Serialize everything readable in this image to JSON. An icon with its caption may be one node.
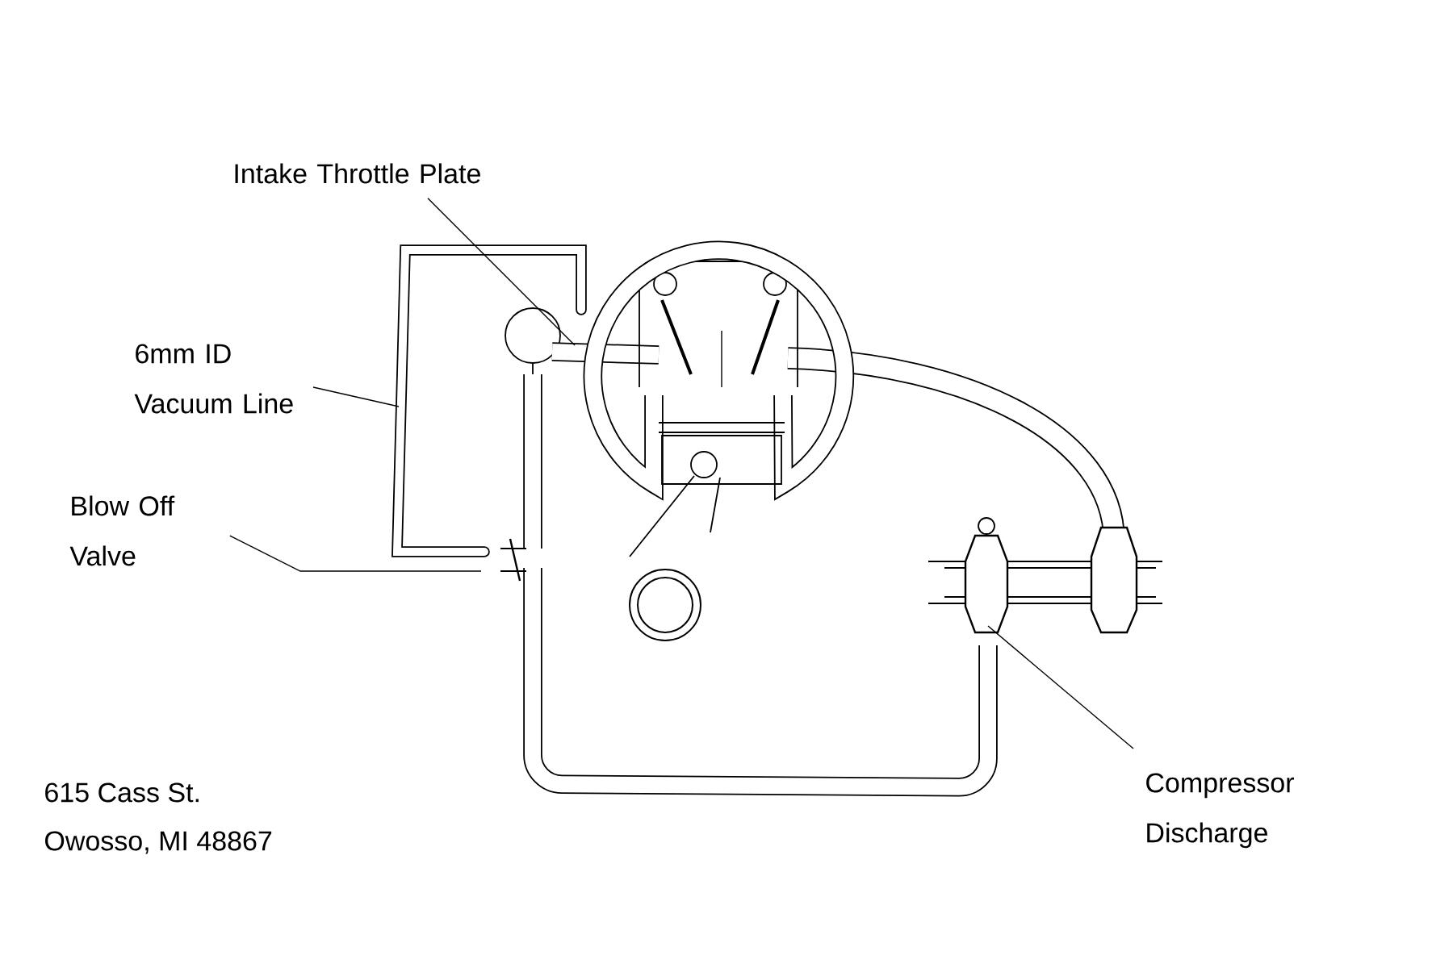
{
  "diagram": {
    "nodes": [
      {
        "text": [
          "Intake Throttle Plate"
        ]
      },
      {
        "text": [
          "6mm ID Vacuum Line"
        ]
      },
      {
        "text": [
          "Blow Off Valve"
        ]
      },
      {
        "text": [
          "Compressor Discharge"
        ]
      }
    ],
    "edges": [
      {
        "from": 0,
        "to": null,
        "arrow": "none"
      },
      {
        "from": 1,
        "to": null,
        "arrow": "none"
      },
      {
        "from": 2,
        "to": null,
        "arrow": "none"
      },
      {
        "from": 3,
        "to": null,
        "arrow": "none"
      }
    ],
    "labels": [
      "615 Cass St.",
      "Owosso, MI 48867"
    ]
  }
}
